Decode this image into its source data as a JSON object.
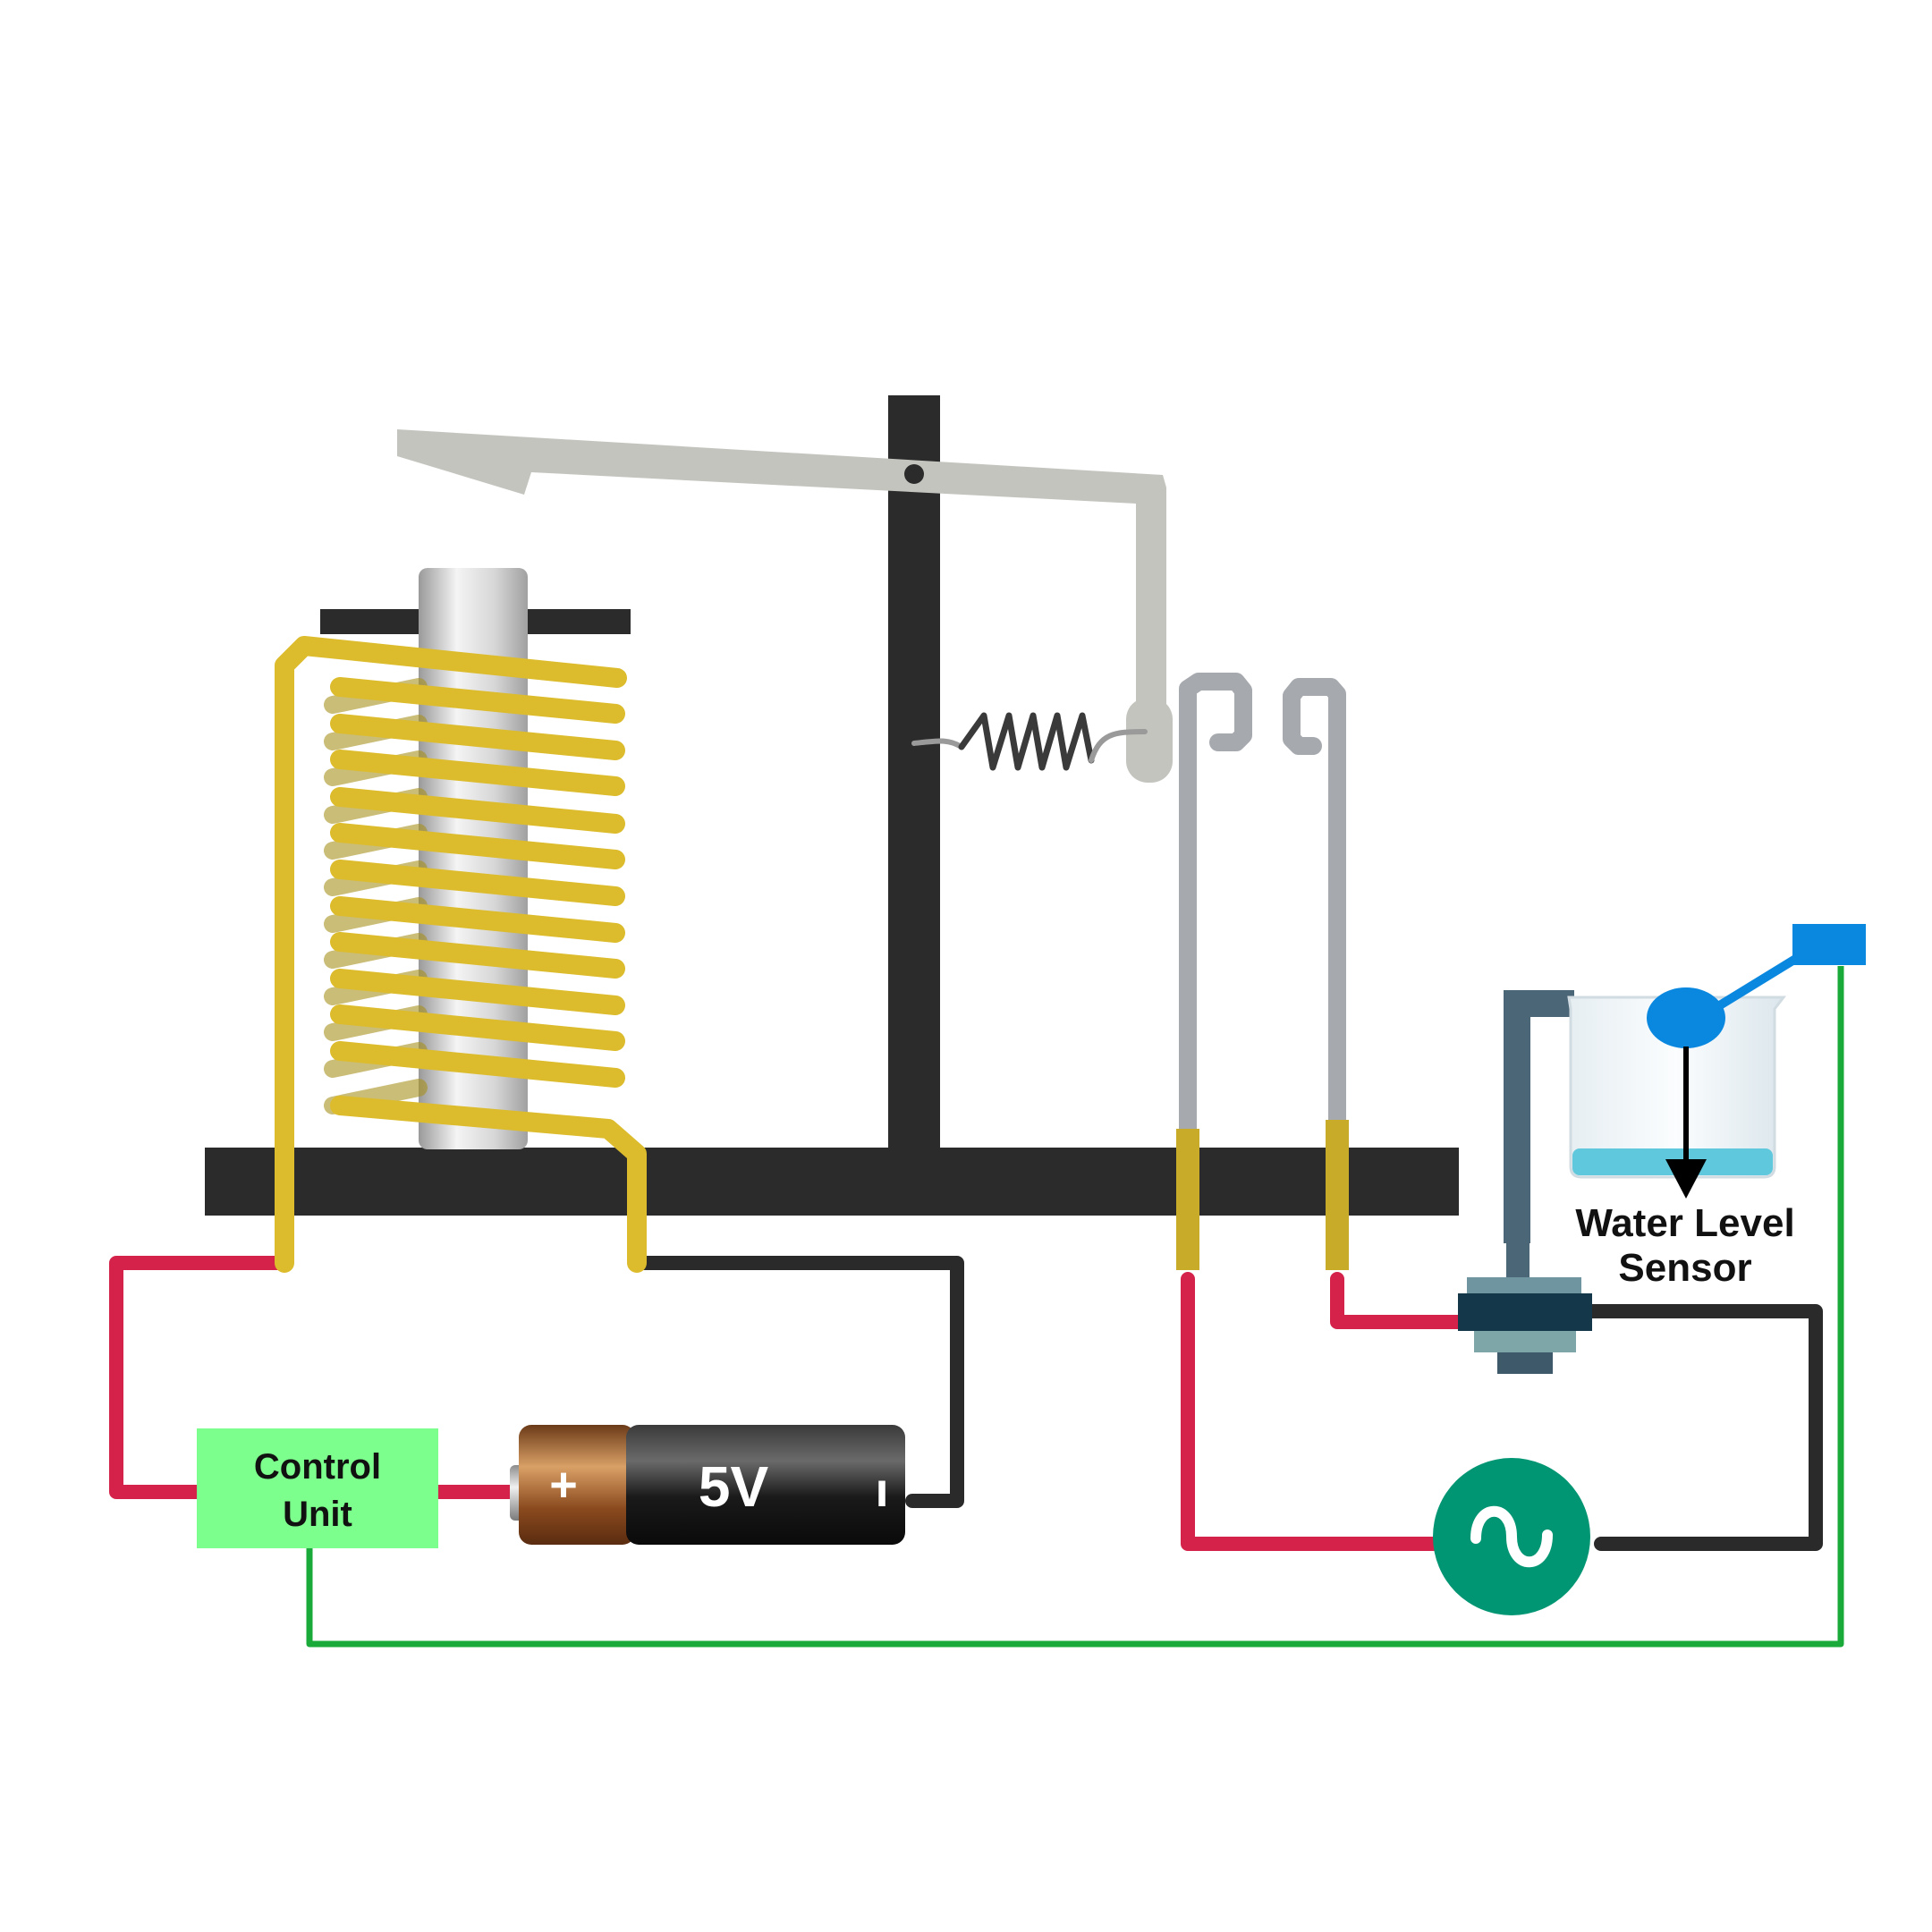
{
  "labels": {
    "control_unit_line1": "Control",
    "control_unit_line2": "Unit",
    "battery_voltage": "5V",
    "battery_plus": "+",
    "battery_minus": "ı",
    "sensor_line1": "Water Level",
    "sensor_line2": "Sensor",
    "ac_symbol": "~"
  },
  "colors": {
    "positive_wire": "#d4224a",
    "negative_wire": "#2a2a2a",
    "signal_wire": "#1aaa3a",
    "coil": "#dcbc2c",
    "frame": "#2b2b2b",
    "armature": "#c4c4bf",
    "contacts": "#a6a9ad",
    "control_unit_fill": "#7cff8c",
    "ac_source": "#009673",
    "float": "#0a88e0",
    "water": "#5fc8dc"
  }
}
